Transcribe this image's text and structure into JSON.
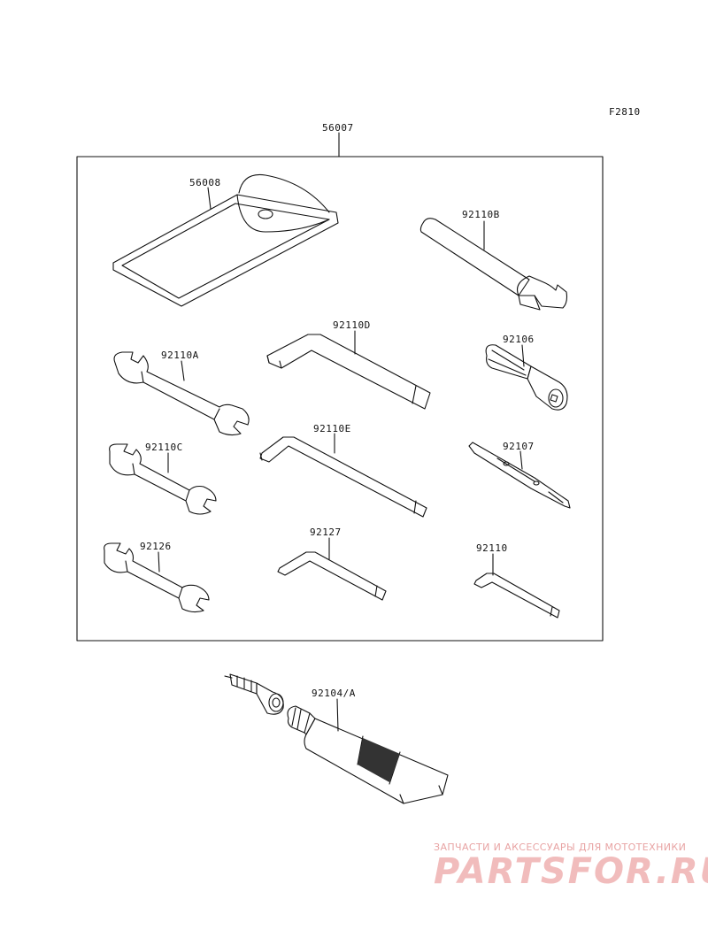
{
  "figure_code": "F2810",
  "parts": {
    "kit": "56007",
    "bag": "56008",
    "wrench_b": "92110B",
    "hex_d": "92110D",
    "wrench_a": "92110A",
    "screwdriver_handle": "92106",
    "wrench_c": "92110C",
    "hex_e": "92110E",
    "screwdriver": "92107",
    "wrench_small": "92126",
    "hex_small": "92127",
    "hex_tiny": "92110",
    "grease_tube": "92104/A"
  },
  "watermark": {
    "tagline": "ЗАПЧАСТИ И АКСЕССУАРЫ ДЛЯ МОТОТЕХНИКИ",
    "brand": "PARTSFOR.RU"
  },
  "colors": {
    "line": "#111111",
    "watermark": "#f1bcbc"
  }
}
